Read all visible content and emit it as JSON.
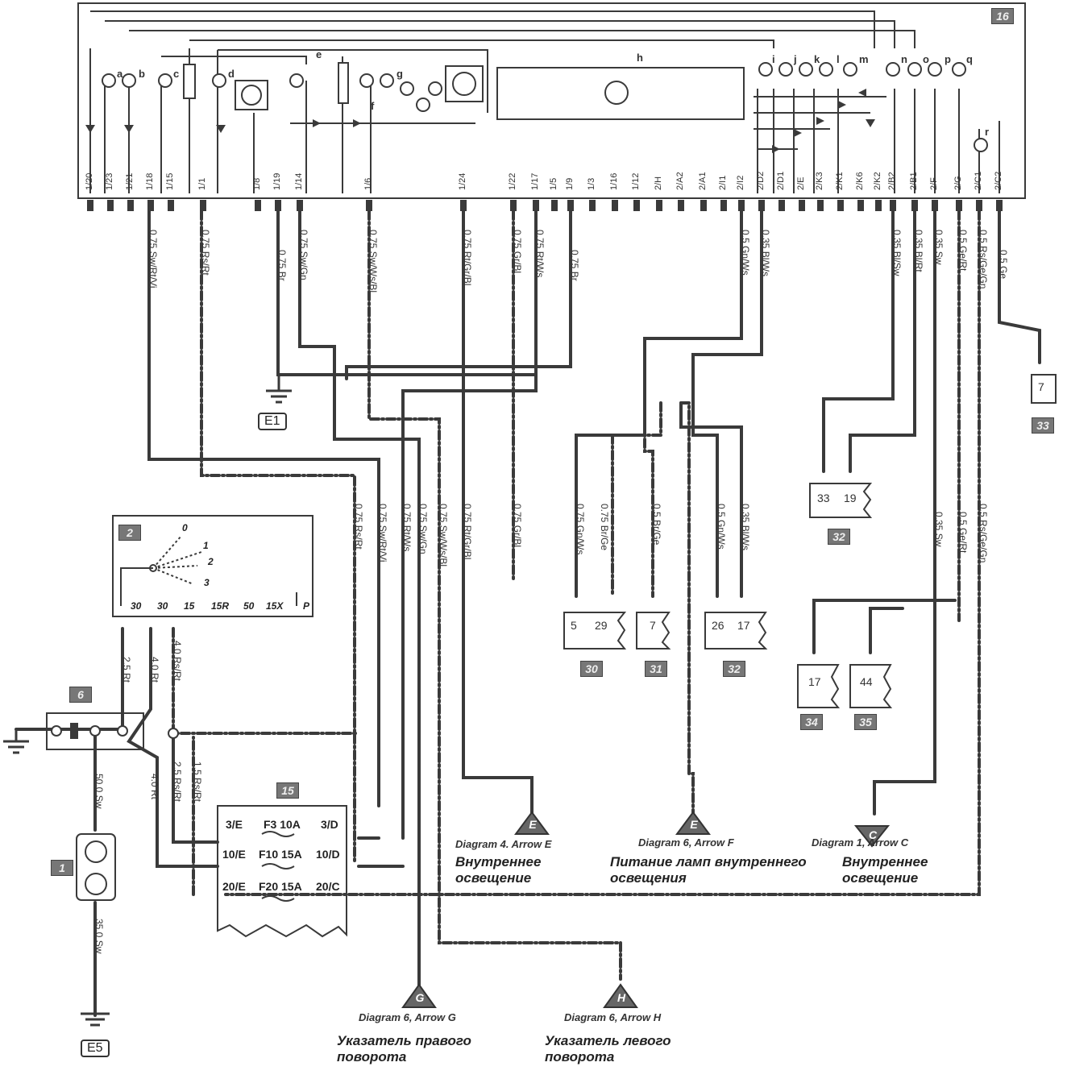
{
  "colors": {
    "wire": "#3a3a3a",
    "background": "#ffffff",
    "box": "#777777"
  },
  "components": {
    "instrument_cluster": "16",
    "ignition_switch": "2",
    "battery_terminal": "6",
    "battery": "1",
    "fuse_box": "15",
    "c30": "30",
    "c31": "31",
    "c32a": "32",
    "c32b": "32",
    "c33": "33",
    "c34": "34",
    "c35": "35"
  },
  "lamp_letters": [
    "a",
    "b",
    "c",
    "d",
    "e",
    "f",
    "g",
    "h",
    "i",
    "j",
    "k",
    "l",
    "m",
    "n",
    "o",
    "p",
    "q",
    "r"
  ],
  "cluster_pins": [
    "1/20",
    "1/23",
    "1/21",
    "1/18",
    "1/15",
    "1/1",
    "1/8",
    "1/19",
    "1/14",
    "1/6",
    "1/24",
    "1/22",
    "1/17",
    "1/5",
    "1/9",
    "1/3",
    "1/16",
    "1/12",
    "2/H",
    "2/A2",
    "2/A1",
    "2/I1",
    "2/I2",
    "2/D2",
    "2/D1",
    "2/E",
    "2/K3",
    "2/K1",
    "2/K6",
    "2/K2",
    "2/B2",
    "2/B1",
    "2/F",
    "2/G",
    "2/C1",
    "2/C2"
  ],
  "wires": {
    "w1": "0.75 Sw/Rt/Vi",
    "w2": "0.75 Rs/Rt",
    "w3": "0.75 Br",
    "w4": "0.75 Sw/Gn",
    "w5": "0.75 Sw/Ws/Bl",
    "w6": "0.75 Rt/Gr/Bl",
    "w7": "0.75 Gr/Bl",
    "w8": "0.75 Rt/Ws",
    "w9": "0.75 Br",
    "w10": "0.5 Gn/Ws",
    "w11": "0.35 Bl/Ws",
    "w12": "0.35 Bl/Sw",
    "w13": "0.35 Bl/Rt",
    "w14": "0.35 Sw",
    "w15": "0.5 Ge/Rt",
    "w16": "0.5 Rs/Ge/Gn",
    "w17": "0.5 Ge",
    "m1": "0.75 Rs/Rt",
    "m2": "0.75 Sw/Rt/Vi",
    "m3": "0.75 Rt/Ws",
    "m4": "0.75 Sw/Gn",
    "m5": "0.75 Sw/Ws/Bl",
    "m6": "0.75 Rt/Gr/Bl",
    "m7": "0.75 Gr/Bl",
    "m8": "0.75 Gn/Ws",
    "m9": "0.75 Br/Ge",
    "m10": "0.5 Br/Ge",
    "m11": "0.5 Gn/Ws",
    "m12": "0.35 Bl/Ws",
    "m13": "0.35 Sw",
    "m14": "0.5 Ge/Rt",
    "m15": "0.5 Rs/Ge/Gn",
    "b1": "2.5 Rt",
    "b2": "4.0 Rt",
    "b3": "4.0 Rs/Rt",
    "b4": "1.5 Rs/Rt",
    "b5": "2.5 Rs/Rt",
    "b6": "4.0 Rt",
    "b7": "50.0 Sw",
    "b8": "35.0 Sw"
  },
  "switch": {
    "positions": [
      "0",
      "1",
      "2",
      "3"
    ],
    "terminals": [
      "30",
      "30",
      "15",
      "15R",
      "50",
      "15X",
      "P"
    ]
  },
  "fuses": [
    {
      "left": "3/E",
      "name": "F3 10A",
      "right": "3/D"
    },
    {
      "left": "10/E",
      "name": "F10 15A",
      "right": "10/D"
    },
    {
      "left": "20/E",
      "name": "F20 15A",
      "right": "20/C"
    }
  ],
  "connectors": {
    "c30a": "5",
    "c30b": "29",
    "c31": "7",
    "c32a": "26",
    "c32b": "17",
    "c32top_a": "33",
    "c32top_b": "19",
    "c33": "7",
    "c34": "17",
    "c35": "44"
  },
  "grounds": {
    "g1": "E1",
    "g2": "E5"
  },
  "arrows": {
    "e1": "E",
    "e2": "E",
    "c": "C",
    "g": "G",
    "h": "H"
  },
  "references": {
    "r1": "Diagram 4. Arrow E",
    "r2": "Diagram 6, Arrow F",
    "r3": "Diagram 1, Arrow C",
    "r4": "Diagram 6, Arrow G",
    "r5": "Diagram 6, Arrow H"
  },
  "captions": {
    "c1": "Внутреннее освещение",
    "c2": "Питание ламп внутреннего освещения",
    "c3": "Внутреннее освещение",
    "c4": "Указатель правого поворота",
    "c5": "Указатель левого поворота"
  }
}
